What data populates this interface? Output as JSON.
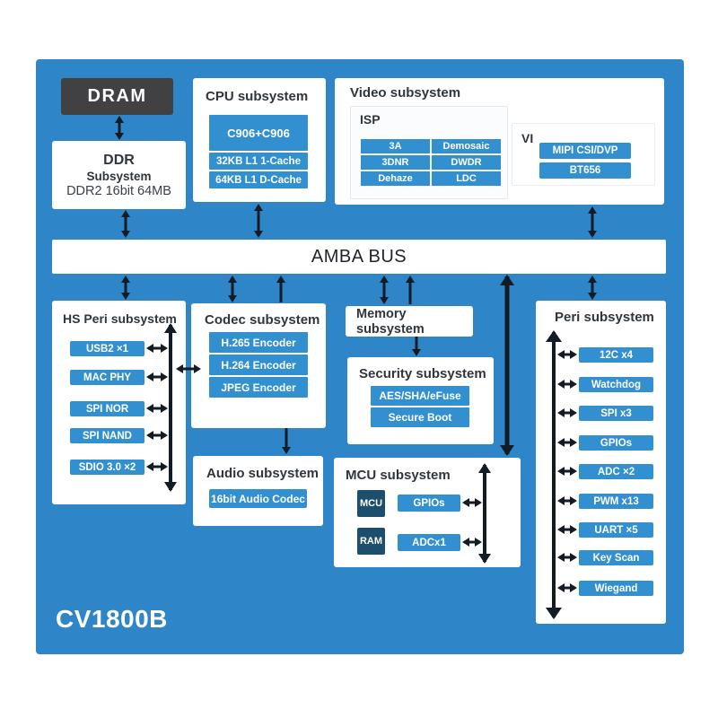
{
  "diagram": {
    "chip_name": "CV1800B",
    "bus_label": "AMBA BUS"
  },
  "colors": {
    "board_blue": "#2E86C8",
    "bar_blue": "#3290D1",
    "dram_dark": "#414144",
    "mcu_navy": "#1C4F6E",
    "arrow_ink": "#131B24",
    "box_white": "#FFFFFF"
  },
  "dram": {
    "label": "DRAM"
  },
  "ddr": {
    "title": "DDR",
    "subtitle": "Subsystem",
    "detail": "DDR2 16bit 64MB"
  },
  "cpu": {
    "title": "CPU subsystem",
    "core": "C906+C906",
    "caches": [
      "32KB L1 1-Cache",
      "64KB L1 D-Cache"
    ]
  },
  "video": {
    "title": "Video subsystem",
    "isp": {
      "title": "ISP",
      "cells": [
        "3A",
        "Demosaic",
        "3DNR",
        "DWDR",
        "Dehaze",
        "LDC"
      ]
    },
    "vi": {
      "title": "VI",
      "items": [
        "MIPI CSI/DVP",
        "BT656"
      ]
    }
  },
  "hs_peri": {
    "title": "HS Peri subsystem",
    "items": [
      "USB2 ×1",
      "MAC PHY",
      "SPI NOR",
      "SPI NAND",
      "SDIO 3.0 ×2"
    ]
  },
  "codec": {
    "title": "Codec subsystem",
    "items": [
      "H.265 Encoder",
      "H.264 Encoder",
      "JPEG Encoder"
    ]
  },
  "audio": {
    "title": "Audio subsystem",
    "item": "16bit Audio Codec"
  },
  "memory": {
    "title": "Memory subsystem"
  },
  "security": {
    "title": "Security subsystem",
    "items": [
      "AES/SHA/eFuse",
      "Secure Boot"
    ]
  },
  "mcu": {
    "title": "MCU subsystem",
    "blocks": [
      "MCU",
      "RAM"
    ],
    "items": [
      "GPIOs",
      "ADCx1"
    ]
  },
  "peri": {
    "title": "Peri subsystem",
    "items": [
      "12C x4",
      "Watchdog",
      "SPI x3",
      "GPIOs",
      "ADC ×2",
      "PWM x13",
      "UART ×5",
      "Key Scan",
      "Wiegand"
    ]
  }
}
